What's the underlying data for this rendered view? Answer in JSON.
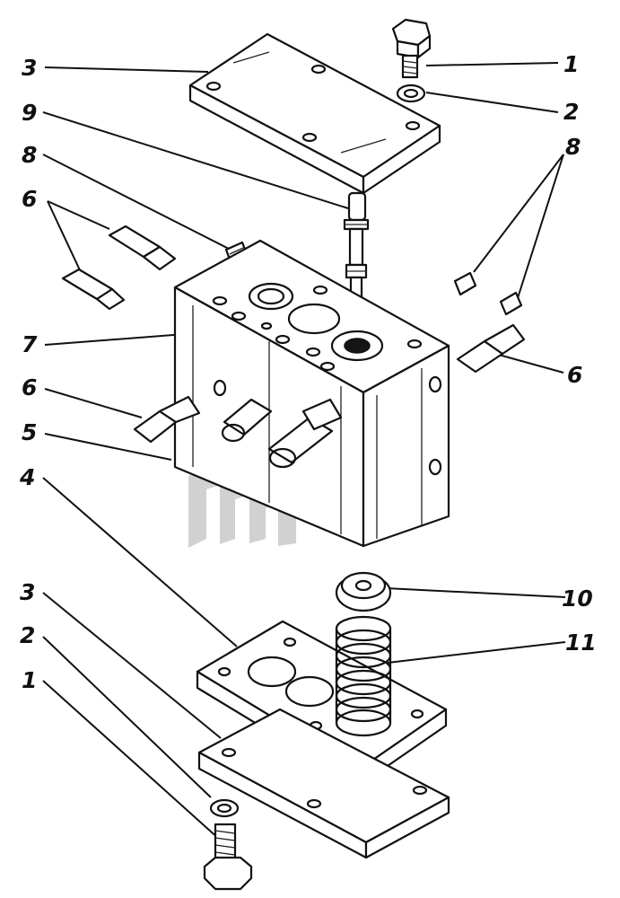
{
  "callouts": [
    {
      "id": "c1-top",
      "text": "1"
    },
    {
      "id": "c2-top",
      "text": "2"
    },
    {
      "id": "c3-top",
      "text": "3"
    },
    {
      "id": "c9",
      "text": "9"
    },
    {
      "id": "c8-left",
      "text": "8"
    },
    {
      "id": "c8-right",
      "text": "8"
    },
    {
      "id": "c6-left-top",
      "text": "6"
    },
    {
      "id": "c6-right",
      "text": "6"
    },
    {
      "id": "c7",
      "text": "7"
    },
    {
      "id": "c6-left-bottom",
      "text": "6"
    },
    {
      "id": "c5",
      "text": "5"
    },
    {
      "id": "c4",
      "text": "4"
    },
    {
      "id": "c10",
      "text": "10"
    },
    {
      "id": "c3-bottom",
      "text": "3"
    },
    {
      "id": "c11",
      "text": "11"
    },
    {
      "id": "c2-bottom",
      "text": "2"
    },
    {
      "id": "c1-bottom",
      "text": "1"
    }
  ],
  "colors": {
    "ink": "#111111",
    "paper": "#ffffff",
    "watermark": "#9a9a9a"
  },
  "icons": [
    "bolt-icon",
    "washer-icon",
    "cover-plate-icon",
    "valve-body-icon",
    "gasket-icon",
    "spring-icon",
    "cap-icon",
    "fitting-icon",
    "plug-icon",
    "spool-icon",
    "watermark-logo"
  ]
}
